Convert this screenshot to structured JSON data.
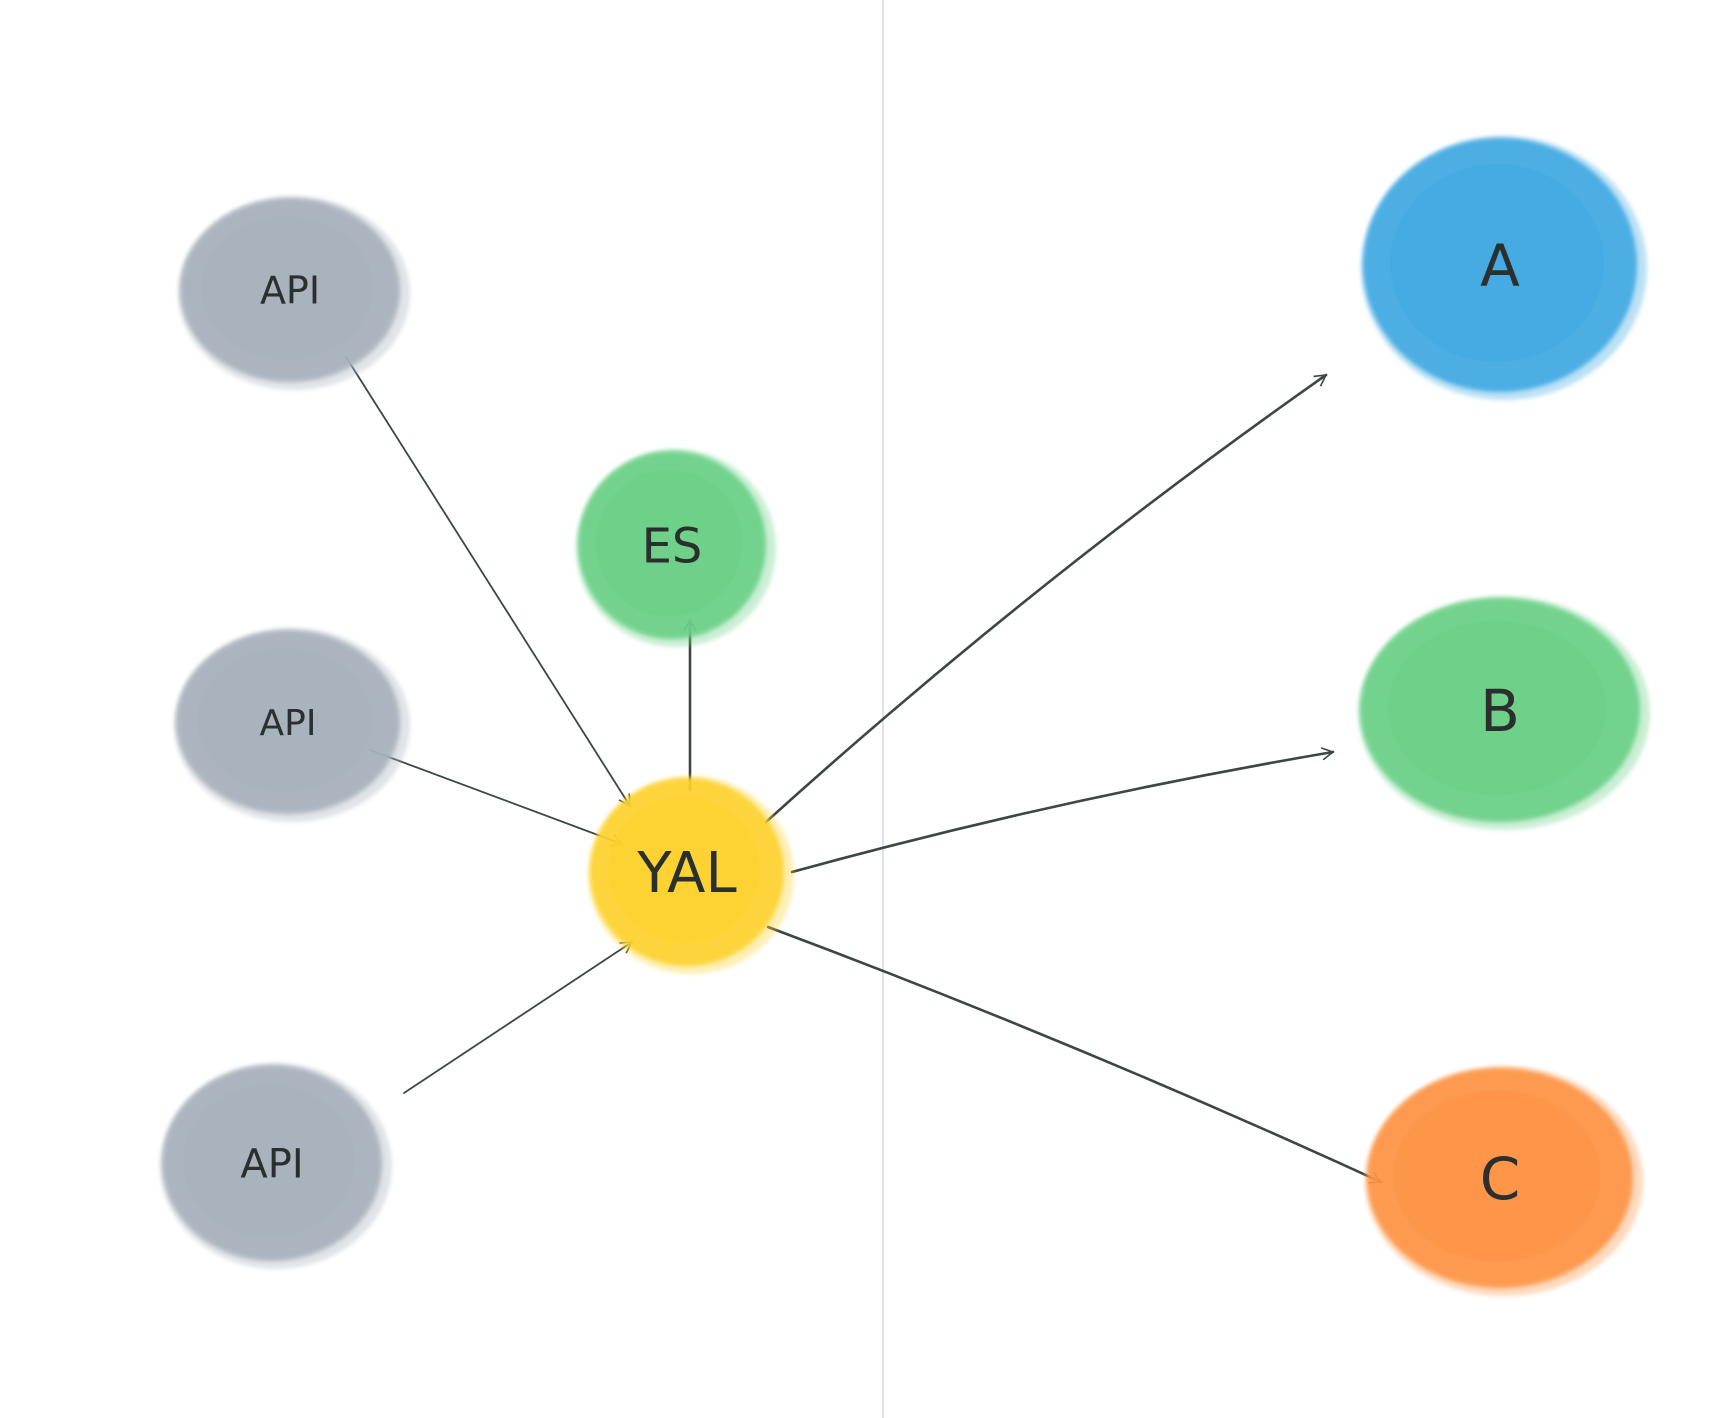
{
  "diagram": {
    "colors": {
      "gray": "#a7b1bb",
      "yellow": "#fdd22e",
      "green": "#6bd086",
      "blue": "#3fa9e2",
      "orange": "#fd9444",
      "divider": "#dde3e8",
      "edge": "#3c4741"
    },
    "nodes": [
      {
        "id": "api-1",
        "label": "API",
        "color": "gray"
      },
      {
        "id": "api-2",
        "label": "API",
        "color": "gray"
      },
      {
        "id": "api-3",
        "label": "API",
        "color": "gray"
      },
      {
        "id": "es",
        "label": "ES",
        "color": "green"
      },
      {
        "id": "yal",
        "label": "YAL",
        "color": "yellow"
      },
      {
        "id": "a",
        "label": "A",
        "color": "blue"
      },
      {
        "id": "b",
        "label": "B",
        "color": "green"
      },
      {
        "id": "c",
        "label": "C",
        "color": "orange"
      }
    ],
    "edges": [
      {
        "from": "api-1",
        "to": "yal"
      },
      {
        "from": "api-2",
        "to": "yal"
      },
      {
        "from": "api-3",
        "to": "yal"
      },
      {
        "from": "yal",
        "to": "es"
      },
      {
        "from": "yal",
        "to": "a"
      },
      {
        "from": "yal",
        "to": "b"
      },
      {
        "from": "yal",
        "to": "c"
      }
    ]
  }
}
